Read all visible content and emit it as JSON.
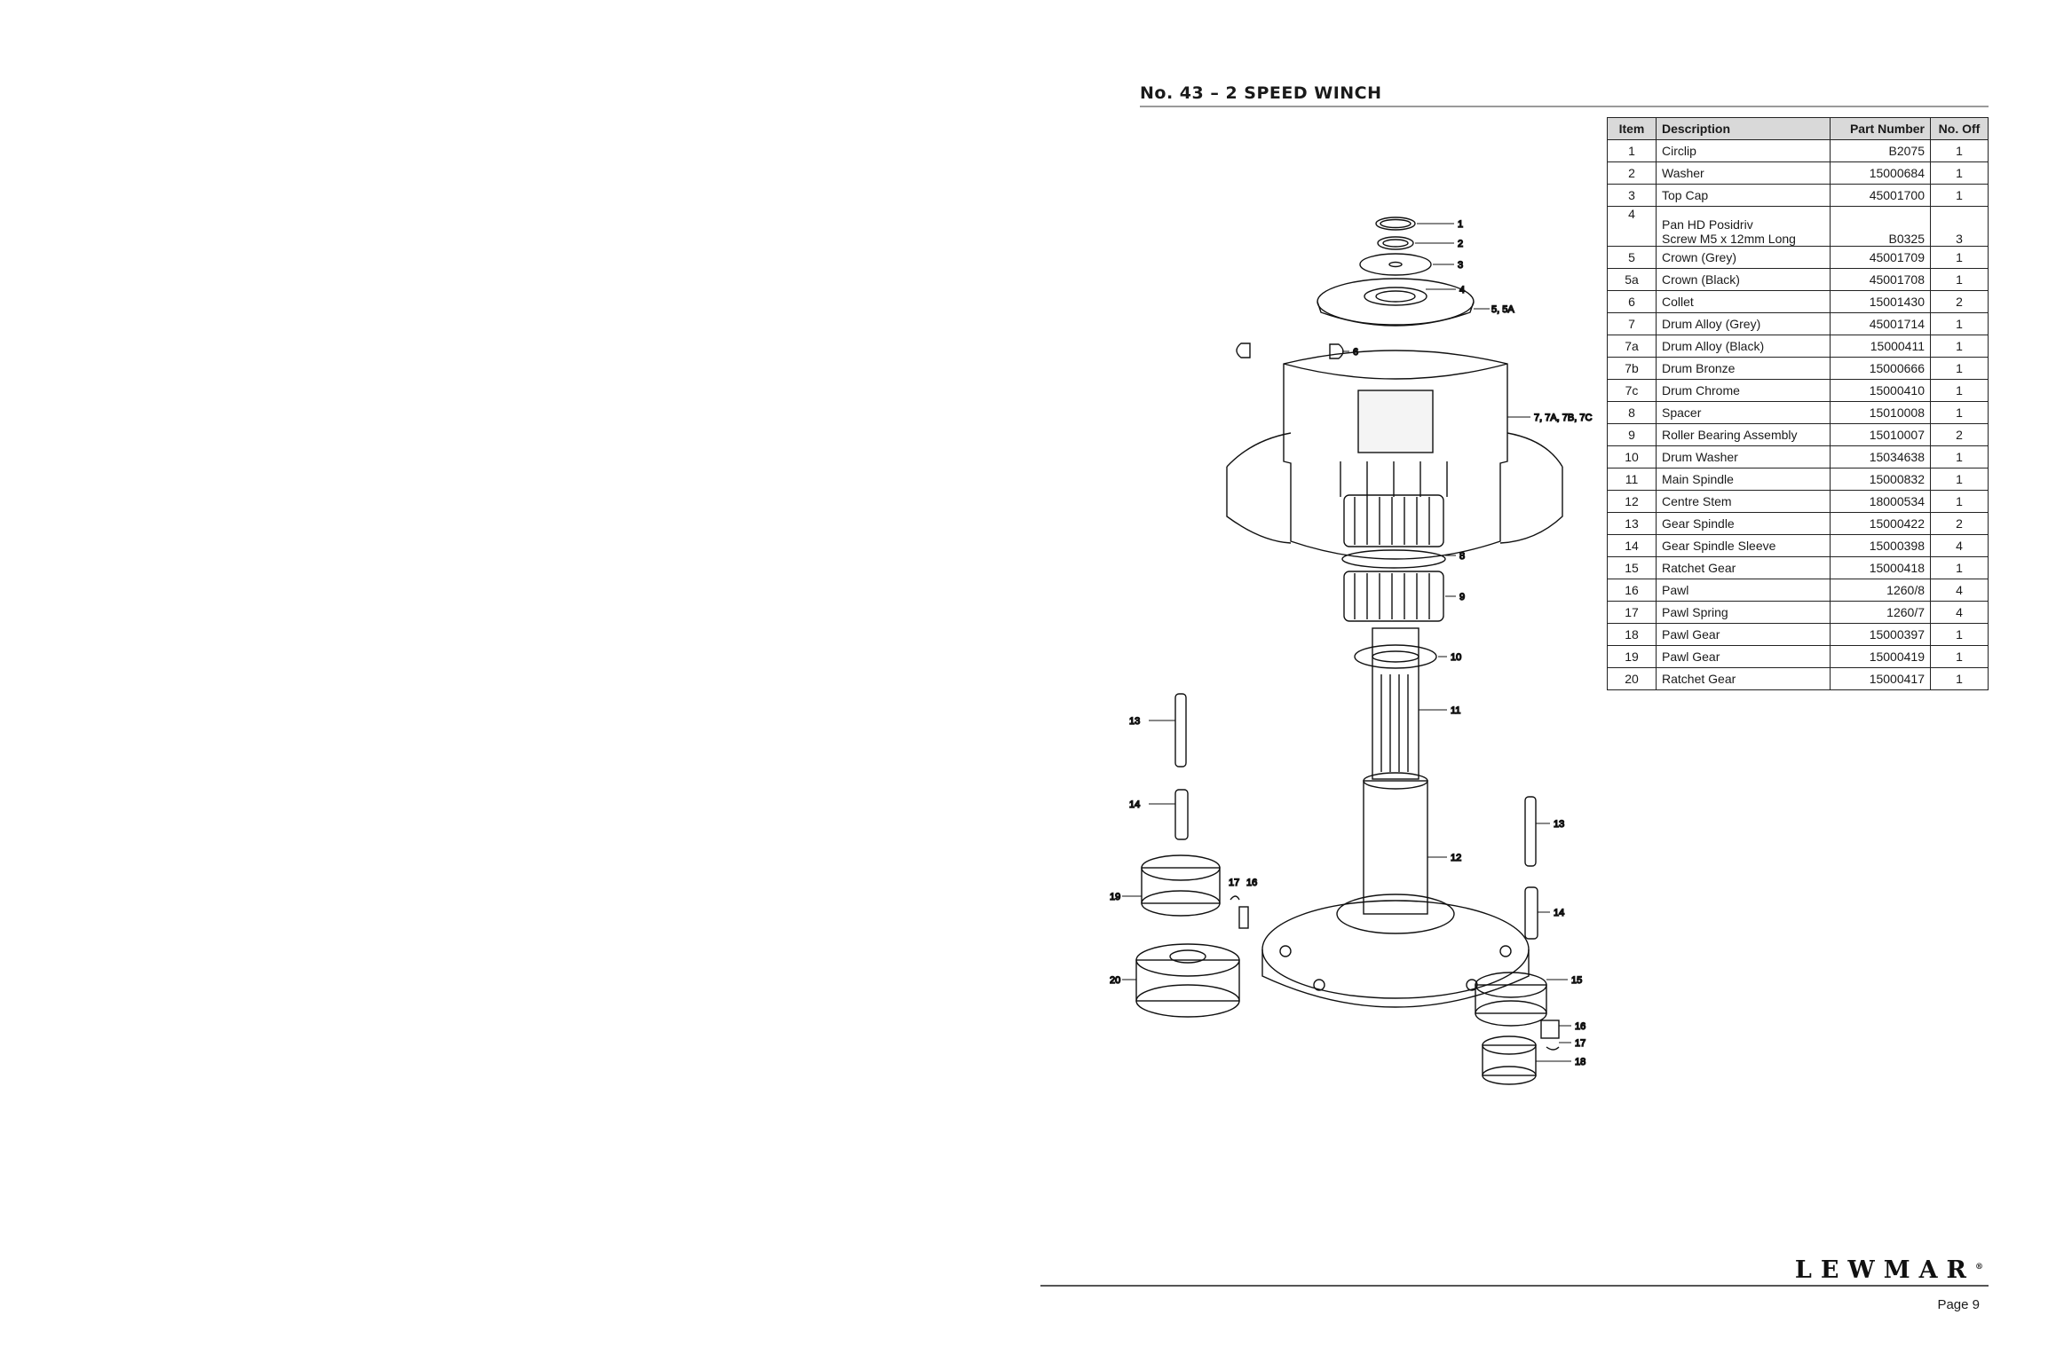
{
  "header": {
    "title": "No. 43 – 2 SPEED WINCH"
  },
  "table": {
    "columns": [
      "Item",
      "Description",
      "Part Number",
      "No. Off"
    ],
    "rows": [
      {
        "item": "1",
        "desc": [
          "Circlip"
        ],
        "part": "B2075",
        "off": "1"
      },
      {
        "item": "2",
        "desc": [
          "Washer"
        ],
        "part": "15000684",
        "off": "1"
      },
      {
        "item": "3",
        "desc": [
          "Top Cap"
        ],
        "part": "45001700",
        "off": "1"
      },
      {
        "item": "4",
        "desc": [
          "Pan HD Posidriv",
          "Screw M5 x 12mm Long"
        ],
        "part": "B0325",
        "off": "3"
      },
      {
        "item": "5",
        "desc": [
          "Crown (Grey)"
        ],
        "part": "45001709",
        "off": "1"
      },
      {
        "item": "5a",
        "desc": [
          "Crown (Black)"
        ],
        "part": "45001708",
        "off": "1"
      },
      {
        "item": "6",
        "desc": [
          "Collet"
        ],
        "part": "15001430",
        "off": "2"
      },
      {
        "item": "7",
        "desc": [
          "Drum Alloy (Grey)"
        ],
        "part": "45001714",
        "off": "1"
      },
      {
        "item": "7a",
        "desc": [
          "Drum Alloy (Black)"
        ],
        "part": "15000411",
        "off": "1"
      },
      {
        "item": "7b",
        "desc": [
          "Drum Bronze"
        ],
        "part": "15000666",
        "off": "1"
      },
      {
        "item": "7c",
        "desc": [
          "Drum Chrome"
        ],
        "part": "15000410",
        "off": "1"
      },
      {
        "item": "8",
        "desc": [
          "Spacer"
        ],
        "part": "15010008",
        "off": "1"
      },
      {
        "item": "9",
        "desc": [
          "Roller Bearing Assembly"
        ],
        "part": "15010007",
        "off": "2"
      },
      {
        "item": "10",
        "desc": [
          "Drum Washer"
        ],
        "part": "15034638",
        "off": "1"
      },
      {
        "item": "11",
        "desc": [
          "Main Spindle"
        ],
        "part": "15000832",
        "off": "1"
      },
      {
        "item": "12",
        "desc": [
          "Centre Stem"
        ],
        "part": "18000534",
        "off": "1"
      },
      {
        "item": "13",
        "desc": [
          "Gear Spindle"
        ],
        "part": "15000422",
        "off": "2"
      },
      {
        "item": "14",
        "desc": [
          "Gear Spindle Sleeve"
        ],
        "part": "15000398",
        "off": "4"
      },
      {
        "item": "15",
        "desc": [
          "Ratchet Gear"
        ],
        "part": "15000418",
        "off": "1"
      },
      {
        "item": "16",
        "desc": [
          "Pawl"
        ],
        "part": "1260/8",
        "off": "4"
      },
      {
        "item": "17",
        "desc": [
          "Pawl Spring"
        ],
        "part": "1260/7",
        "off": "4"
      },
      {
        "item": "18",
        "desc": [
          "Pawl Gear"
        ],
        "part": "15000397",
        "off": "1"
      },
      {
        "item": "19",
        "desc": [
          "Pawl Gear"
        ],
        "part": "15000419",
        "off": "1"
      },
      {
        "item": "20",
        "desc": [
          "Ratchet Gear"
        ],
        "part": "15000417",
        "off": "1"
      }
    ]
  },
  "diagram": {
    "labels": {
      "l1": "1",
      "l2": "2",
      "l3": "3",
      "l4": "4",
      "l5": "5, 5A",
      "l6": "6",
      "l7": "7, 7A, 7B, 7C",
      "l8": "8",
      "l9": "9",
      "l10": "10",
      "l11": "11",
      "l12": "12",
      "l13a": "13",
      "l13b": "13",
      "l14a": "14",
      "l14b": "14",
      "l15": "15",
      "l16a": "16",
      "l16b": "16",
      "l17a": "17",
      "l17b": "17",
      "l18": "18",
      "l19": "19",
      "l20": "20"
    }
  },
  "footer": {
    "logo": "LEWMAR",
    "logo_mark": "®",
    "page": "Page 9"
  }
}
